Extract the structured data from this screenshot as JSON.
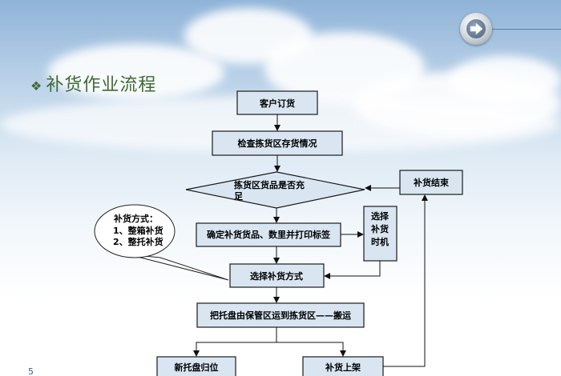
{
  "slide": {
    "title": "补货作业流程",
    "bullet": "❖",
    "page_number": "5",
    "nav_button_icon": "arrow-right-icon"
  },
  "flowchart": {
    "nodes": {
      "customer_order": "客户订货",
      "check_inventory": "检查拣货区存货情况",
      "decision_line1": "拣货区货品是否充",
      "decision_line2": "足",
      "confirm_goods": "确定补货货品、数里并打印标签",
      "select_method": "选择补货方式",
      "move_pallet": "把托盘由保管区运到拣货区——搬运",
      "new_pallet": "新托盘归位",
      "restock_shelf": "补货上架",
      "restock_end": "补货结束",
      "select_time_line1": "选择",
      "select_time_line2": "补货",
      "select_time_line3": "时机"
    },
    "callout": {
      "title": "补货方式：",
      "item1": "1、整箱补货",
      "item2": "2、整托补货"
    }
  },
  "colors": {
    "box_fill": "#d9e6f2",
    "box_stroke": "#1a1a1a",
    "title_color": "#3d6a33"
  }
}
